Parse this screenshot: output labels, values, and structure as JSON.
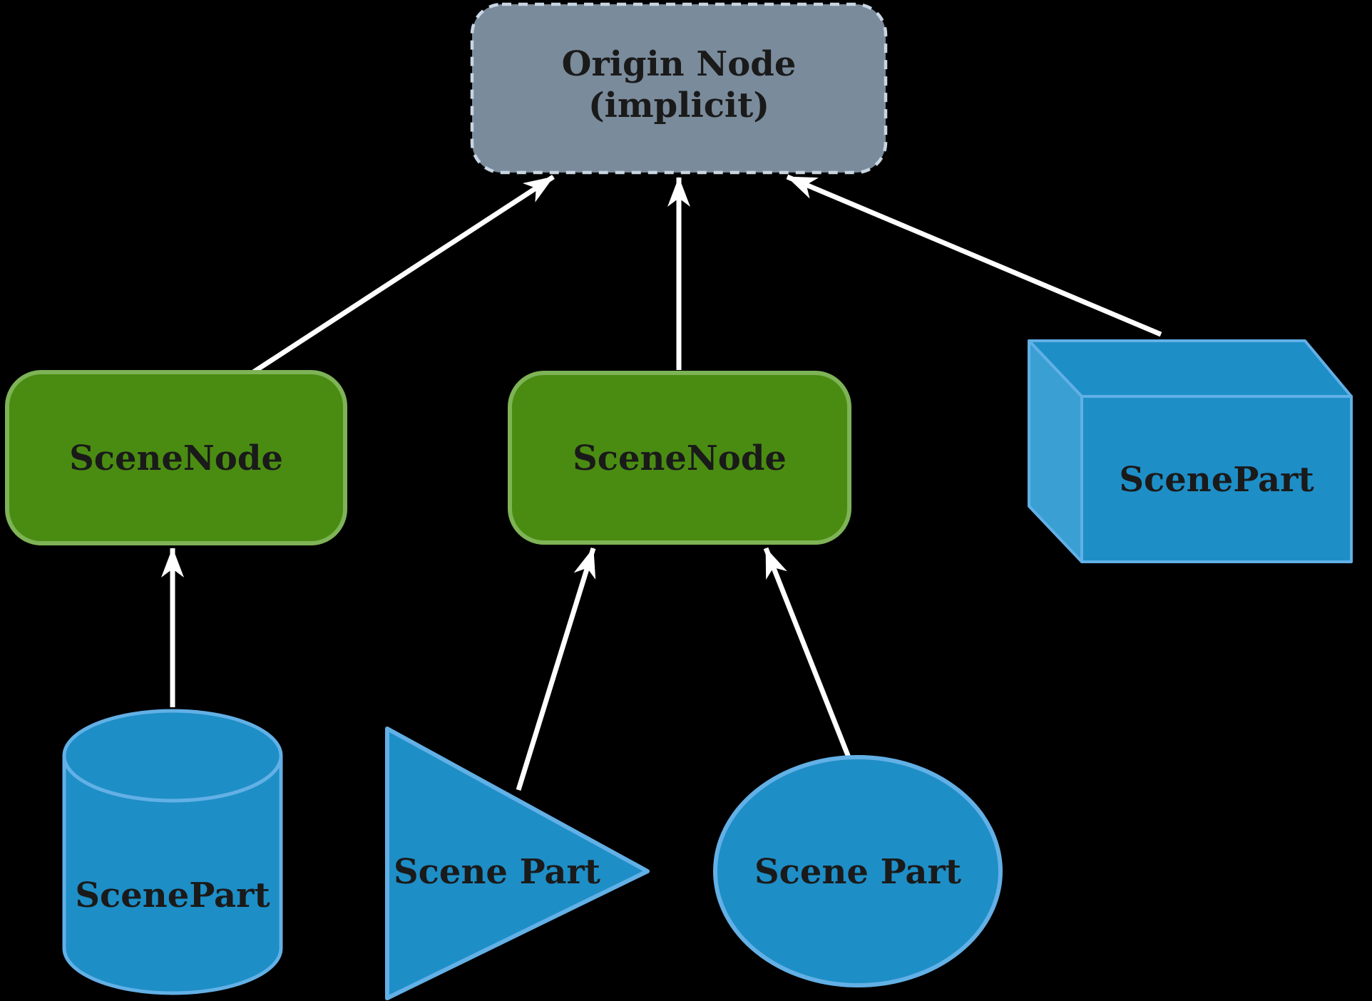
{
  "colors": {
    "background": "#000000",
    "node_gray_fill": "#7A8B9B",
    "node_gray_border": "#C8D5E2",
    "node_green_fill": "#4A8C12",
    "node_green_border": "#7EB356",
    "part_blue_fill": "#1E8EC6",
    "part_blue_left_face": "#3AA0D4",
    "part_blue_border": "#62B0E6",
    "arrow": "#FFFFFF",
    "text": "#1A1A1A"
  },
  "origin_node": {
    "label_line1": "Origin Node",
    "label_line2": "(implicit)"
  },
  "scene_node_left": {
    "label": "SceneNode"
  },
  "scene_node_center": {
    "label": "SceneNode"
  },
  "scene_part_box": {
    "label": "ScenePart"
  },
  "scene_part_cylinder": {
    "label": "ScenePart"
  },
  "scene_part_triangle": {
    "label": "Scene Part"
  },
  "scene_part_ellipse": {
    "label": "Scene Part"
  }
}
